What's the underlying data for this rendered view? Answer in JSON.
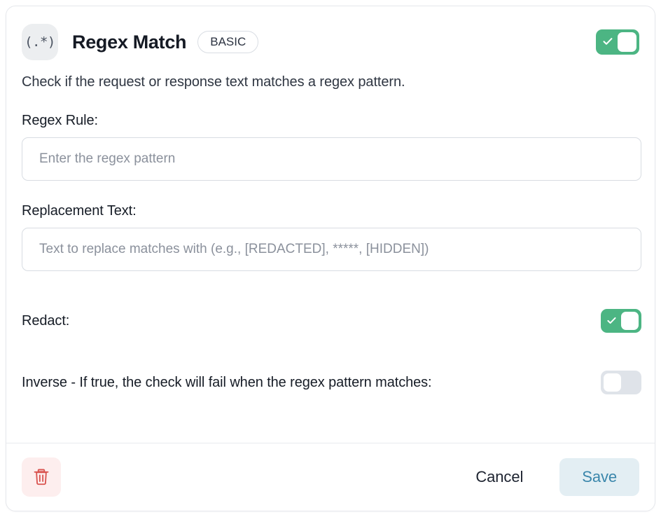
{
  "card": {
    "icon_glyph": "(.*)",
    "title": "Regex Match",
    "badge": "BASIC",
    "description": "Check if the request or response text matches a regex pattern.",
    "enabled_toggle": {
      "name": "enable-check-toggle",
      "state": "on"
    }
  },
  "fields": {
    "regex_rule": {
      "label": "Regex Rule:",
      "value": "",
      "placeholder": "Enter the regex pattern"
    },
    "replacement_text": {
      "label": "Replacement Text:",
      "value": "",
      "placeholder": "Text to replace matches with (e.g., [REDACTED], *****, [HIDDEN])"
    }
  },
  "switches": {
    "redact": {
      "label": "Redact:",
      "state": "on"
    },
    "inverse": {
      "label": "Inverse - If true, the check will fail when the regex pattern matches:",
      "state": "off"
    }
  },
  "footer": {
    "delete_icon": "trash-icon",
    "cancel_label": "Cancel",
    "save_label": "Save"
  },
  "colors": {
    "toggle_on": "#4cb583",
    "toggle_off": "#dfe3e9",
    "delete_bg": "#fdeeee",
    "delete_fg": "#d9534f",
    "save_bg": "#e3eef3",
    "save_fg": "#3a86ab"
  }
}
